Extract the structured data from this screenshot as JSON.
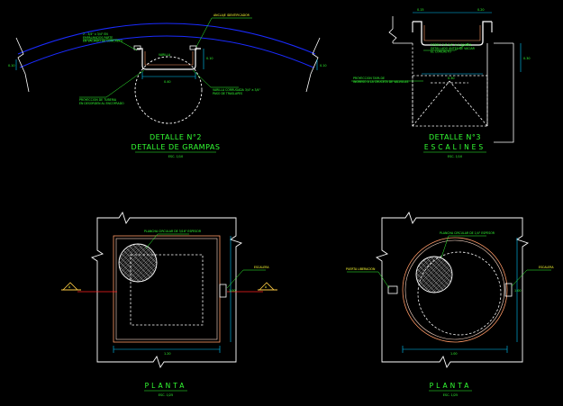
{
  "colors": {
    "background": "#000000",
    "outline": "#ffffff",
    "leader": "#33ff33",
    "dimension": "#00c8ff",
    "arc": "#1a2bff",
    "wall_inner": "#ff9966",
    "hatch": "#ffffff",
    "marker": "#ffcc44",
    "section_line": "#ff2222"
  },
  "detalle2": {
    "title1": "DETALLE N°2",
    "title2": "DETALLE DE GRAMPAS",
    "scale": "ESC. 1/10",
    "note_top": "ANCLAJE IDENTIFICADOR",
    "note_left": "2 - 3/4\" x 3/4\" EN\nEMPALMADOS PARTE\nEN VACIADO DE CONCRETO",
    "note_bottom_left": "PROYECCION DE TUBERIA\nEN DESORDEN AL ENCOFRADO",
    "note_bottom_right": "VARILLA CORRUGADA 3/4\" a 3/4\"\nPASO DE TRASLAPES",
    "note_rod": "VARILLA",
    "dim_width": "0.40",
    "dim_left": "0.10",
    "dim_right": "0.10",
    "dim_side": "0.10"
  },
  "detalle3": {
    "title1": "DETALLE N°3",
    "title2": "ESCALINES",
    "scale": "ESC. 1/10",
    "note_right": "FIERRO 3 Ø 3/4\" A 0.30 MAX.\nDETALLADO ANTES DE VACIAR\nEL CONCRETO",
    "note_left": "PROYECCION TAPA DE\nINGRESO A LA CRUCETA DE VALVULAS",
    "dim_top_left": "0.15",
    "dim_top_right": "0.20",
    "dim_side": "0.30",
    "dim_width": "0.30"
  },
  "planta1": {
    "title": "PLANTA",
    "scale": "ESC. 1/25",
    "note_hatch": "PLANCHA CIRCULAR DE 3/16\" ESPESOR",
    "note_right": "ESCALERA",
    "dim_bottom": "1.20",
    "dim_right": "1.00",
    "section_left": "A",
    "section_right": "A"
  },
  "planta2": {
    "title": "PLANTA",
    "scale": "ESC. 1/25",
    "note_hatch": "PLANCHA CIRCULAR DE 1/4\" ESPESOR",
    "note_left": "PUERTA LIBERACION",
    "note_right": "ESCALERA",
    "dim_bottom": "1.00",
    "dim_right": "1.00"
  }
}
